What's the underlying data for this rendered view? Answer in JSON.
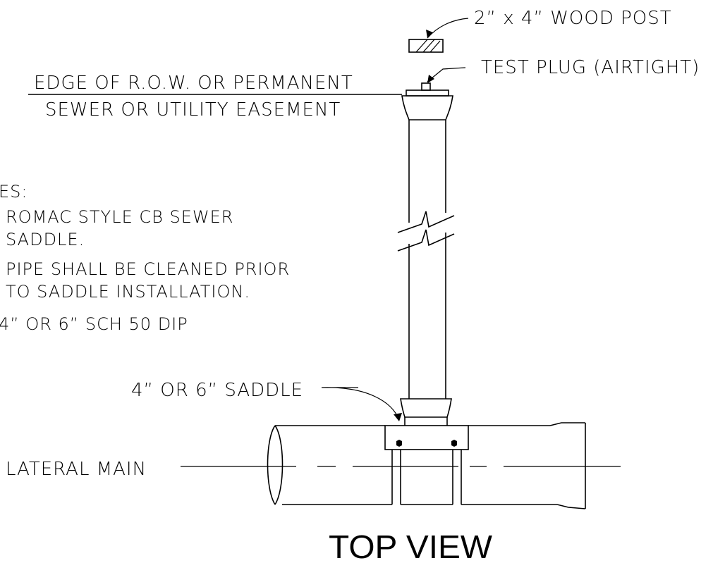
{
  "labels": {
    "wood_post": "2” x 4” WOOD POST",
    "test_plug": "TEST PLUG (AIRTIGHT)",
    "row_line1": "EDGE OF R.O.W. OR PERMANENT",
    "row_line2": "SEWER OR UTILITY EASEMENT",
    "saddle": "4” OR 6” SADDLE",
    "lateral_main": "LATERAL MAIN"
  },
  "notes": {
    "heading": "ES:",
    "items": [
      "ROMAC STYLE CB SEWER",
      "SADDLE.",
      "PIPE SHALL BE CLEANED PRIOR",
      "TO SADDLE INSTALLATION.",
      "4” OR 6” SCH 50 DIP"
    ]
  },
  "view_title": "TOP VIEW"
}
